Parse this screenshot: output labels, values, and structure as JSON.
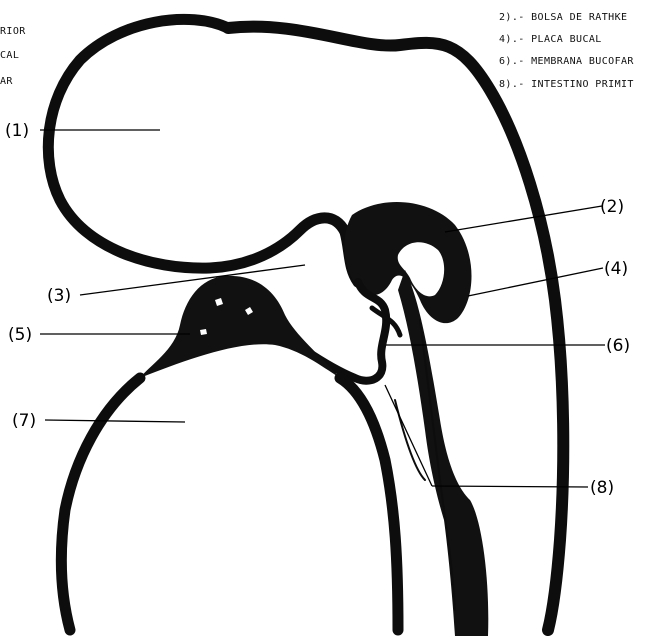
{
  "legend_left": [
    "RIOR",
    "CAL",
    "AR"
  ],
  "legend_right": [
    "2).- BOLSA DE RATHKE",
    "4).- PLACA BUCAL",
    "6).- MEMBRANA BUCOFAR",
    "8).- INTESTINO PRIMIT"
  ],
  "callouts": [
    "(1)",
    "(2)",
    "(3)",
    "(4)",
    "(5)",
    "(6)",
    "(7)",
    "(8)"
  ],
  "ink_color": "#111111"
}
